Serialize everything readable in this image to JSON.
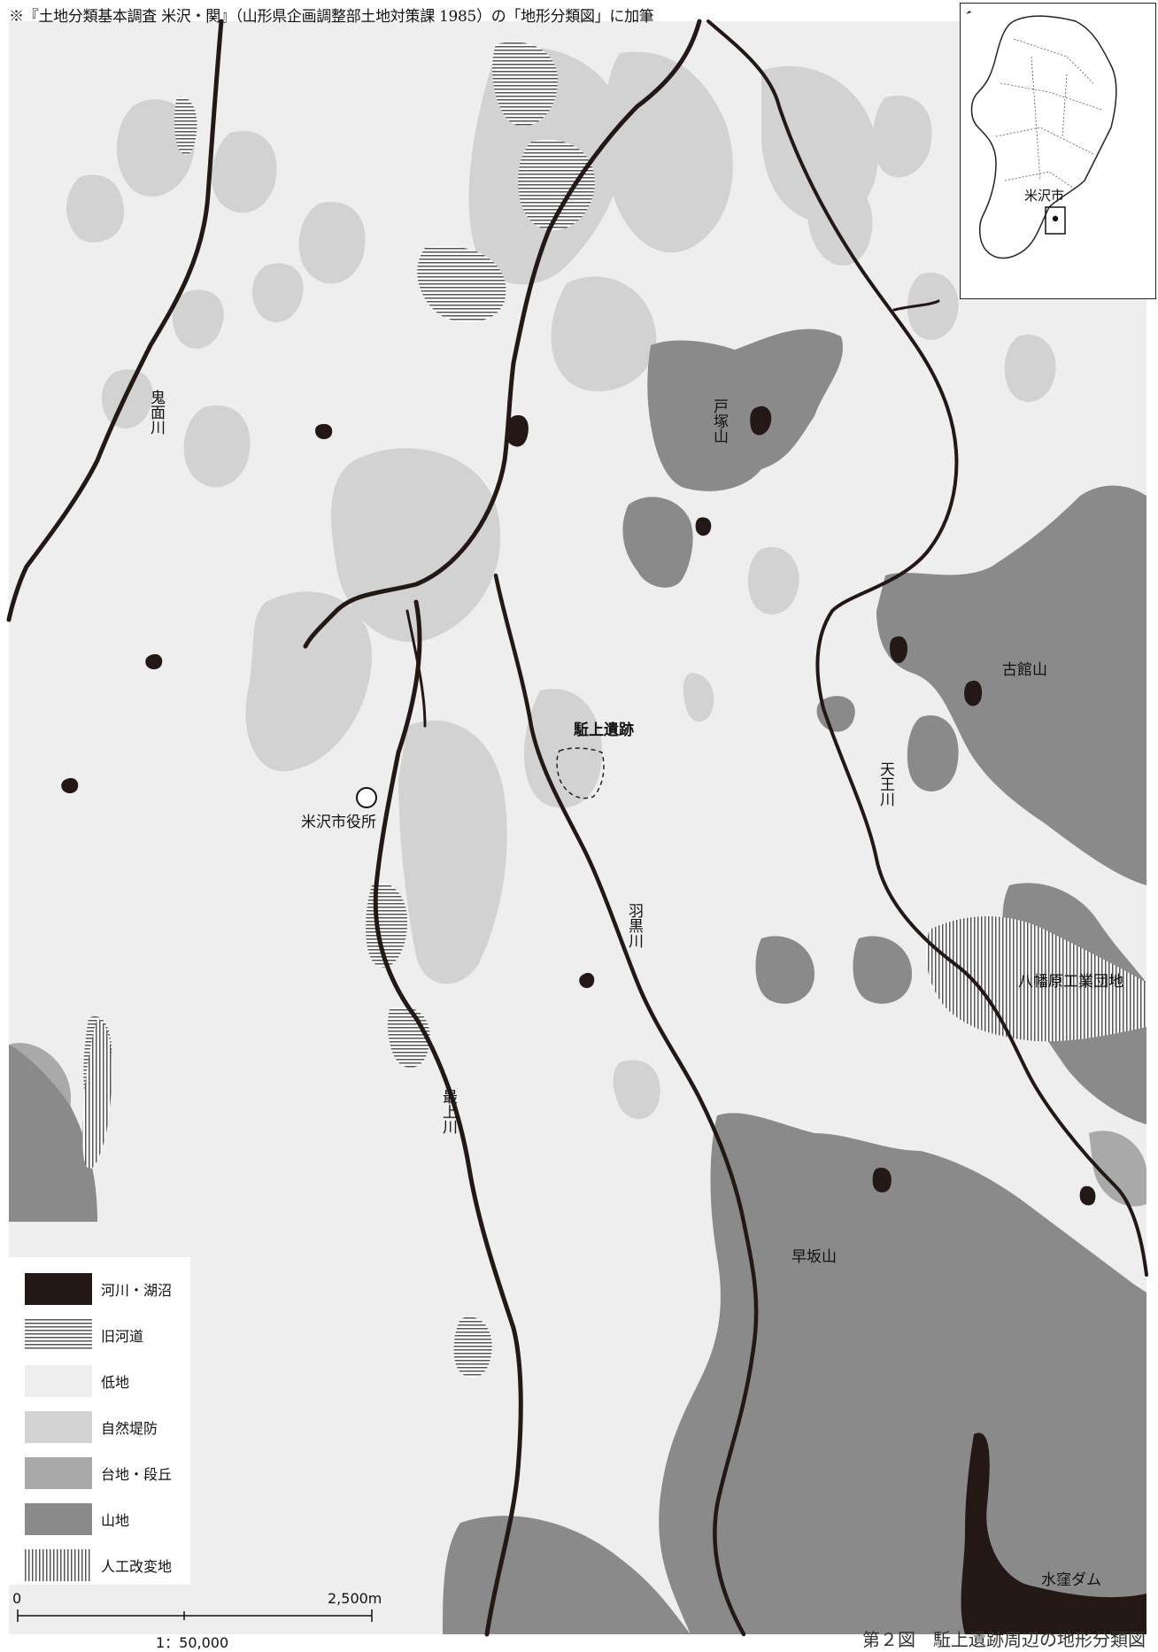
{
  "source_note": "※『土地分類基本調査 米沢・関』（山形県企画調整部土地対策課 1985）の「地形分類図」に加筆",
  "figure_caption": "第２図　駈上遺跡周辺の地形分類図",
  "labels": {
    "onimen_river": "鬼面川",
    "mogami_river": "最上川",
    "haguro_river": "羽黒川",
    "tenno_river": "天王川",
    "totsuka_mountain": "戸塚山",
    "furudate_mountain": "古館山",
    "hayasaka_mountain": "早坂山",
    "site": "駈上遺跡",
    "city_hall": "米沢市役所",
    "industrial_park": "八幡原工業団地",
    "dam": "水窪ダム",
    "inset_city": "米沢市"
  },
  "legend": [
    {
      "label": "河川・湖沼",
      "kind": "river"
    },
    {
      "label": "旧河道",
      "kind": "old"
    },
    {
      "label": "低地",
      "kind": "low"
    },
    {
      "label": "自然堤防",
      "kind": "levee"
    },
    {
      "label": "台地・段丘",
      "kind": "terrace"
    },
    {
      "label": "山地",
      "kind": "mountain"
    },
    {
      "label": "人工改変地",
      "kind": "artificial"
    }
  ],
  "scale": {
    "start": "0",
    "end": "2,500m",
    "ratio": "1：50,000"
  },
  "colors": {
    "river": "#231815",
    "lowland": "#eeeeee",
    "levee": "#d2d2d2",
    "terrace": "#a9a9a9",
    "mountain": "#8a8a8a"
  }
}
